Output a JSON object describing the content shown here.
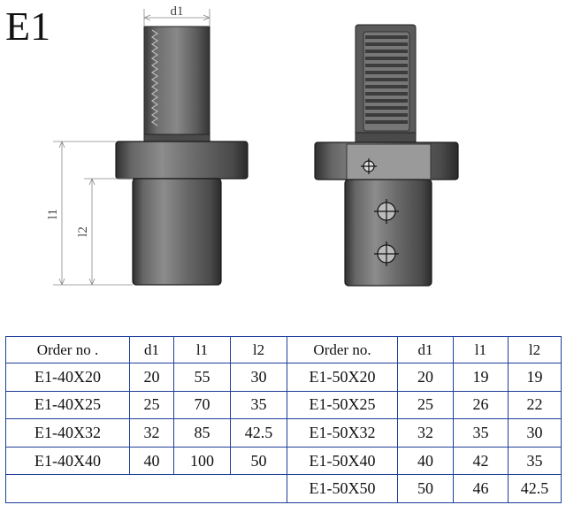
{
  "title": "E1",
  "dimensions": {
    "d1": "d1",
    "l1": "l1",
    "l2": "l2"
  },
  "table": {
    "headers_left": [
      "Order no .",
      "d1",
      "l1",
      "l2"
    ],
    "headers_right": [
      "Order no.",
      "d1",
      "l1",
      "l2"
    ],
    "rows_left": [
      [
        "E1-40X20",
        "20",
        "55",
        "30"
      ],
      [
        "E1-40X25",
        "25",
        "70",
        "35"
      ],
      [
        "E1-40X32",
        "32",
        "85",
        "42.5"
      ],
      [
        "E1-40X40",
        "40",
        "100",
        "50"
      ]
    ],
    "rows_right": [
      [
        "E1-50X20",
        "20",
        "19",
        "19"
      ],
      [
        "E1-50X25",
        "25",
        "26",
        "22"
      ],
      [
        "E1-50X32",
        "32",
        "35",
        "30"
      ],
      [
        "E1-50X40",
        "40",
        "42",
        "35"
      ],
      [
        "E1-50X50",
        "50",
        "46",
        "42.5"
      ]
    ]
  }
}
